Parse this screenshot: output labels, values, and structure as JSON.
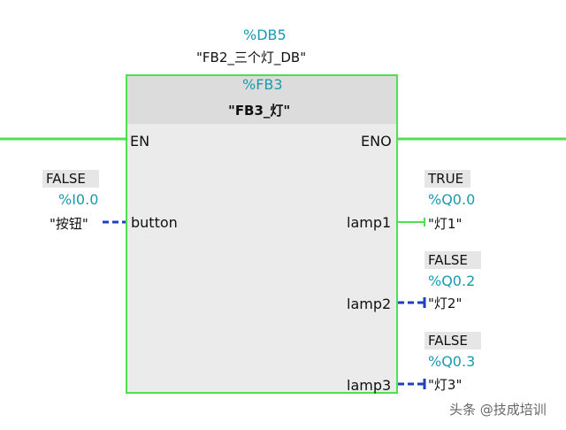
{
  "instance_db": {
    "address": "%DB5",
    "symbol": "\"FB2_三个灯_DB\""
  },
  "function_block": {
    "address": "%FB3",
    "name": "\"FB3_灯\""
  },
  "power_flow": {
    "en_label": "EN",
    "eno_label": "ENO"
  },
  "inputs": [
    {
      "pin": "button",
      "state": "FALSE",
      "address": "%I0.0",
      "symbol": "\"按钮\""
    }
  ],
  "outputs": [
    {
      "pin": "lamp1",
      "state": "TRUE",
      "address": "%Q0.0",
      "symbol": "\"灯1\""
    },
    {
      "pin": "lamp2",
      "state": "FALSE",
      "address": "%Q0.2",
      "symbol": "\"灯2\""
    },
    {
      "pin": "lamp3",
      "state": "FALSE",
      "address": "%Q0.3",
      "symbol": "\"灯3\""
    }
  ],
  "watermark": "头条 @技成培训",
  "colors": {
    "power_flow_on": "#4fe04f",
    "signal_off": "#1f3fbf",
    "address_text": "#1a9ab0"
  }
}
